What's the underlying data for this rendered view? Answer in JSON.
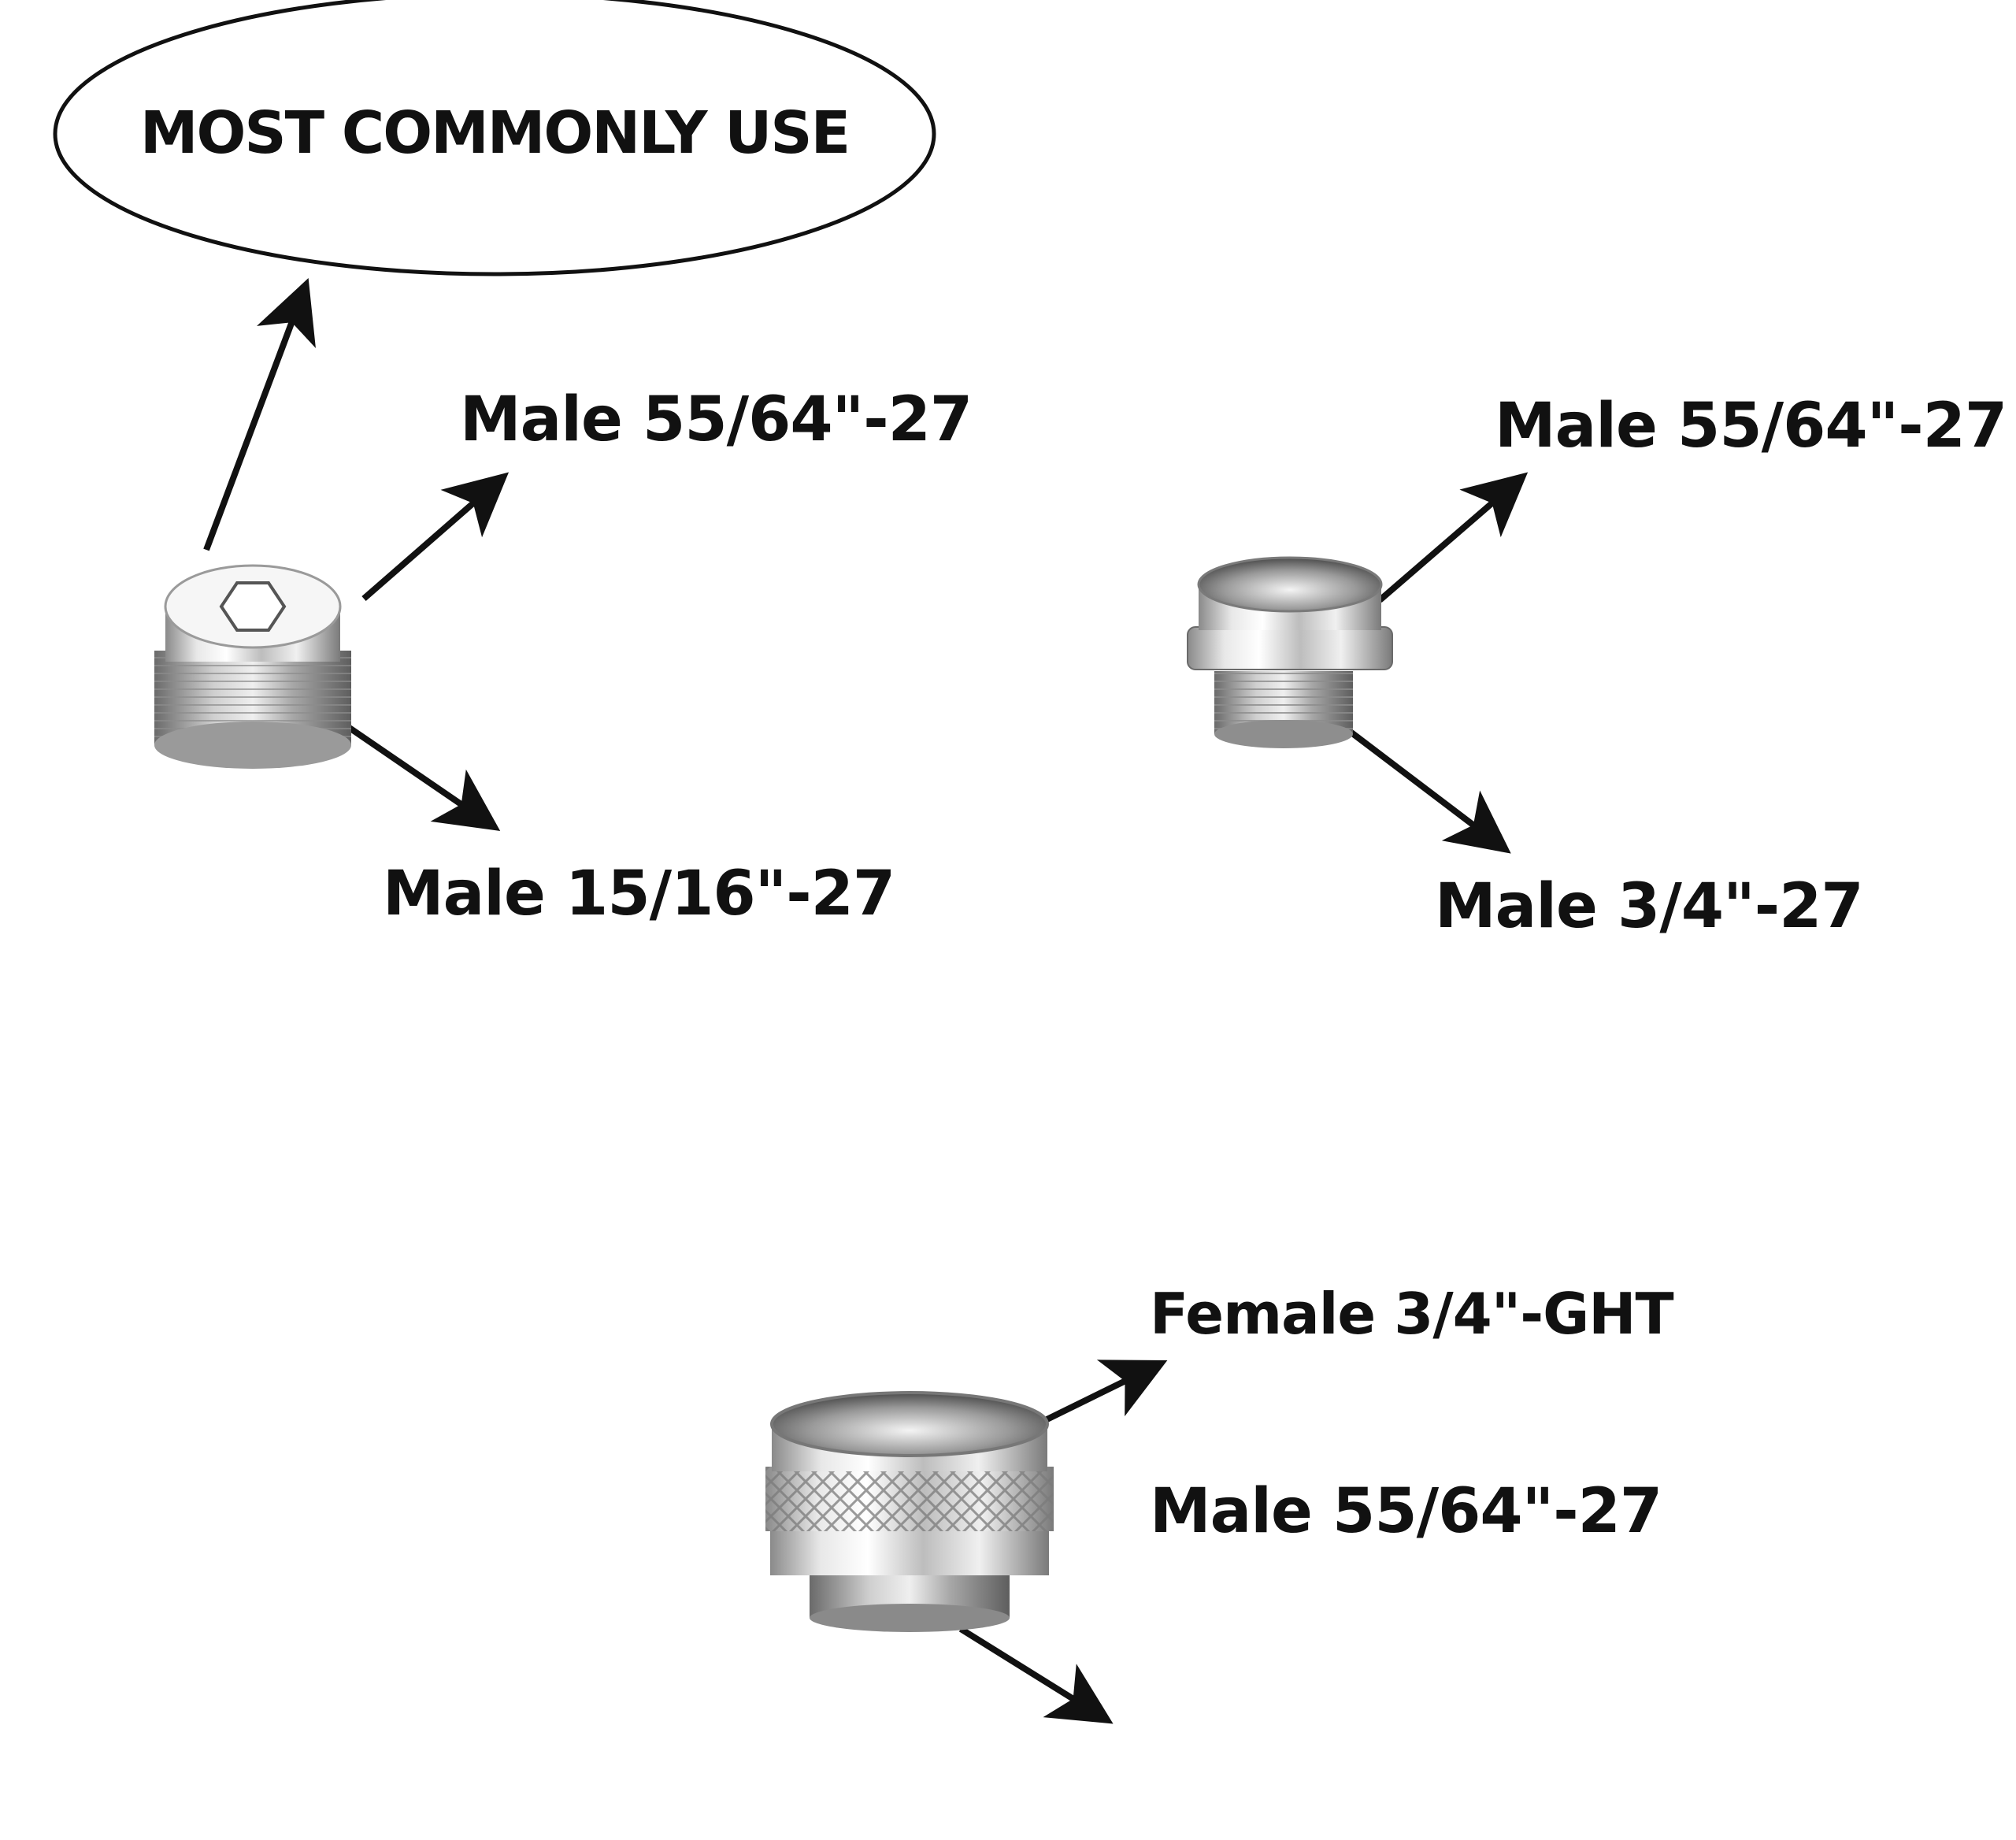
{
  "callout": {
    "text": "MOST COMMONLY USE"
  },
  "adapters": [
    {
      "thread_top": "Male 55/64\"-27",
      "thread_bottom": "Male 15/16\"-27"
    },
    {
      "thread_top": "Male 55/64\"-27",
      "thread_bottom": "Male 3/4\"-27"
    },
    {
      "thread_top": "Female 3/4\"-GHT",
      "thread_bottom": "Male 55/64\"-27"
    }
  ],
  "colors": {
    "ink": "#111111",
    "chrome_light": "#f2f2f2",
    "chrome_mid": "#b8b8b8",
    "chrome_dark": "#6e6e6e"
  }
}
